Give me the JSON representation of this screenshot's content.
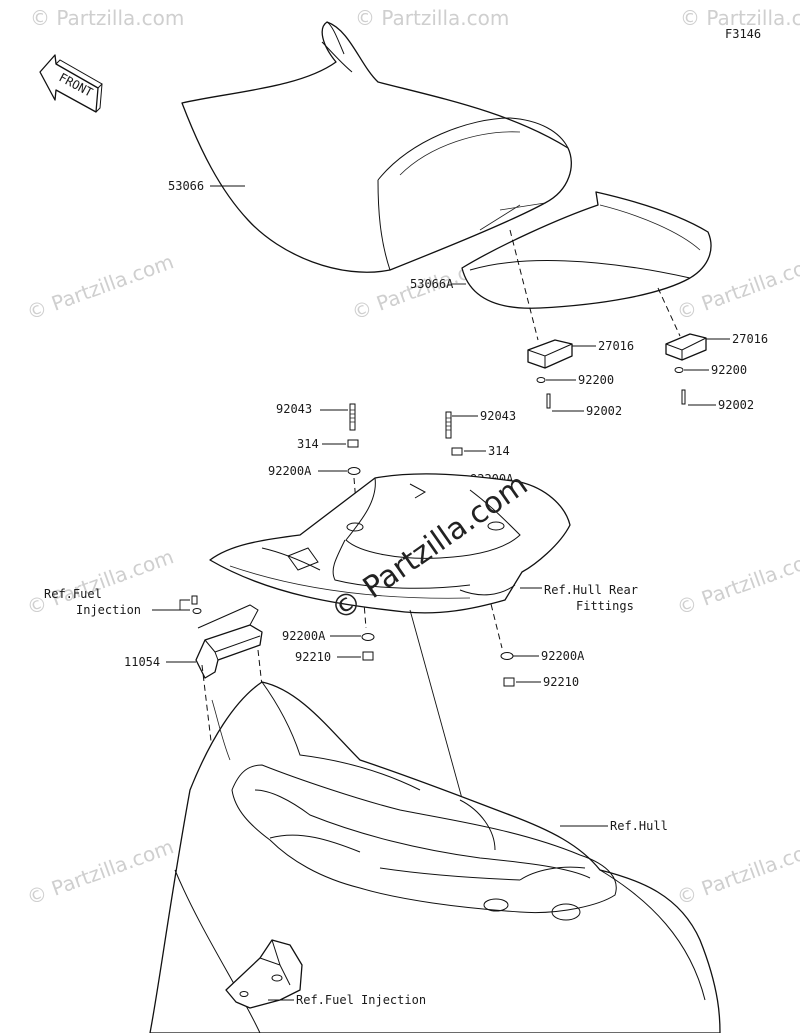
{
  "diagram_code": "F3146",
  "front_label": "FRONT",
  "watermark_text": "© Partzilla.com",
  "parts": {
    "seat_front": "53066",
    "seat_rear": "53066A",
    "bracket_left": "27016",
    "bracket_right": "27016",
    "washer_seat_left": "92200",
    "washer_seat_right": "92200",
    "bolt_seat_left": "92002",
    "bolt_seat_right": "92002",
    "stud_left": "92043",
    "stud_right": "92043",
    "nut_left": "314",
    "nut_right": "314",
    "washer_top_left": "92200A",
    "washer_top_right": "92200A",
    "washer_low_left": "92200A",
    "washer_low_right": "92200A",
    "nut_low_left": "92210",
    "nut_low_right": "92210",
    "bracket_fuel": "11054"
  },
  "references": {
    "fuel_injection_top_line1": "Ref.Fuel",
    "fuel_injection_top_line2": "Injection",
    "hull_rear_line1": "Ref.Hull Rear",
    "hull_rear_line2": "Fittings",
    "hull": "Ref.Hull",
    "fuel_injection_bottom": "Ref.Fuel Injection"
  },
  "colors": {
    "line": "#111111",
    "watermark": "#cfcfcf"
  }
}
